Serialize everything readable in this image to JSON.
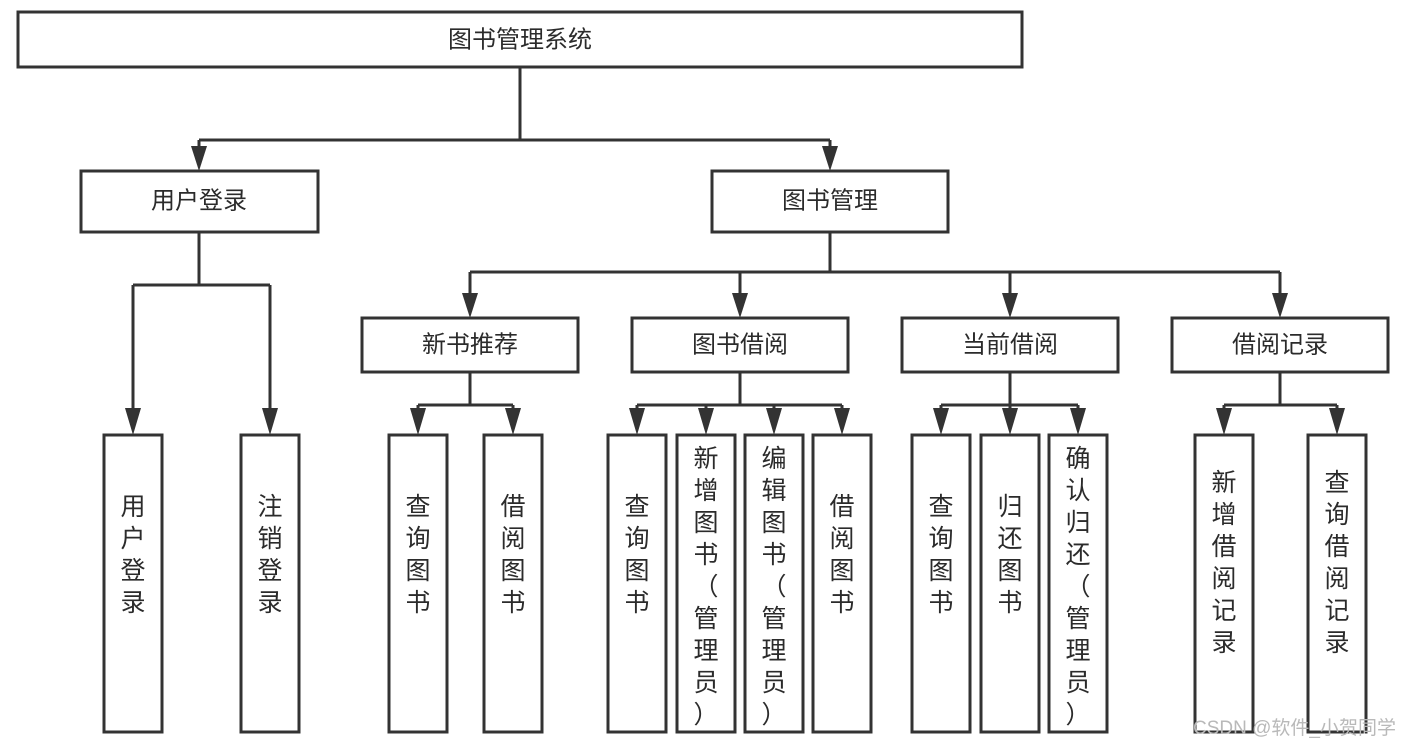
{
  "diagram": {
    "title": "图书管理系统",
    "type": "tree-hierarchy",
    "root": {
      "label": "图书管理系统"
    },
    "level2": [
      {
        "id": "user-login",
        "label": "用户登录"
      },
      {
        "id": "book-management",
        "label": "图书管理"
      }
    ],
    "level3": [
      {
        "id": "new-book-recommend",
        "label": "新书推荐",
        "parent": "book-management"
      },
      {
        "id": "book-borrow",
        "label": "图书借阅",
        "parent": "book-management"
      },
      {
        "id": "current-borrow",
        "label": "当前借阅",
        "parent": "book-management"
      },
      {
        "id": "borrow-record",
        "label": "借阅记录",
        "parent": "book-management"
      }
    ],
    "leaves": [
      {
        "id": "leaf-user-login",
        "label": "用户登录",
        "parent": "user-login"
      },
      {
        "id": "leaf-logout-login",
        "label": "注销登录",
        "parent": "user-login"
      },
      {
        "id": "leaf-query-book-1",
        "label": "查询图书",
        "parent": "new-book-recommend"
      },
      {
        "id": "leaf-borrow-book-1",
        "label": "借阅图书",
        "parent": "new-book-recommend"
      },
      {
        "id": "leaf-query-book-2",
        "label": "查询图书",
        "parent": "book-borrow"
      },
      {
        "id": "leaf-add-book",
        "label": "新增图书（管理员）",
        "parent": "book-borrow"
      },
      {
        "id": "leaf-edit-book",
        "label": "编辑图书（管理员）",
        "parent": "book-borrow"
      },
      {
        "id": "leaf-borrow-book-2",
        "label": "借阅图书",
        "parent": "book-borrow"
      },
      {
        "id": "leaf-query-book-3",
        "label": "查询图书",
        "parent": "current-borrow"
      },
      {
        "id": "leaf-return-book",
        "label": "归还图书",
        "parent": "current-borrow"
      },
      {
        "id": "leaf-confirm-return",
        "label": "确认归还（管理员）",
        "parent": "current-borrow"
      },
      {
        "id": "leaf-add-record",
        "label": "新增借阅记录",
        "parent": "borrow-record"
      },
      {
        "id": "leaf-query-record",
        "label": "查询借阅记录",
        "parent": "borrow-record"
      }
    ],
    "colors": {
      "stroke": "#333333",
      "fill": "#ffffff",
      "text": "#2b2b2b",
      "watermark": "#b9b9b9"
    }
  },
  "watermark": {
    "text": "CSDN @软件_小贺同学"
  }
}
